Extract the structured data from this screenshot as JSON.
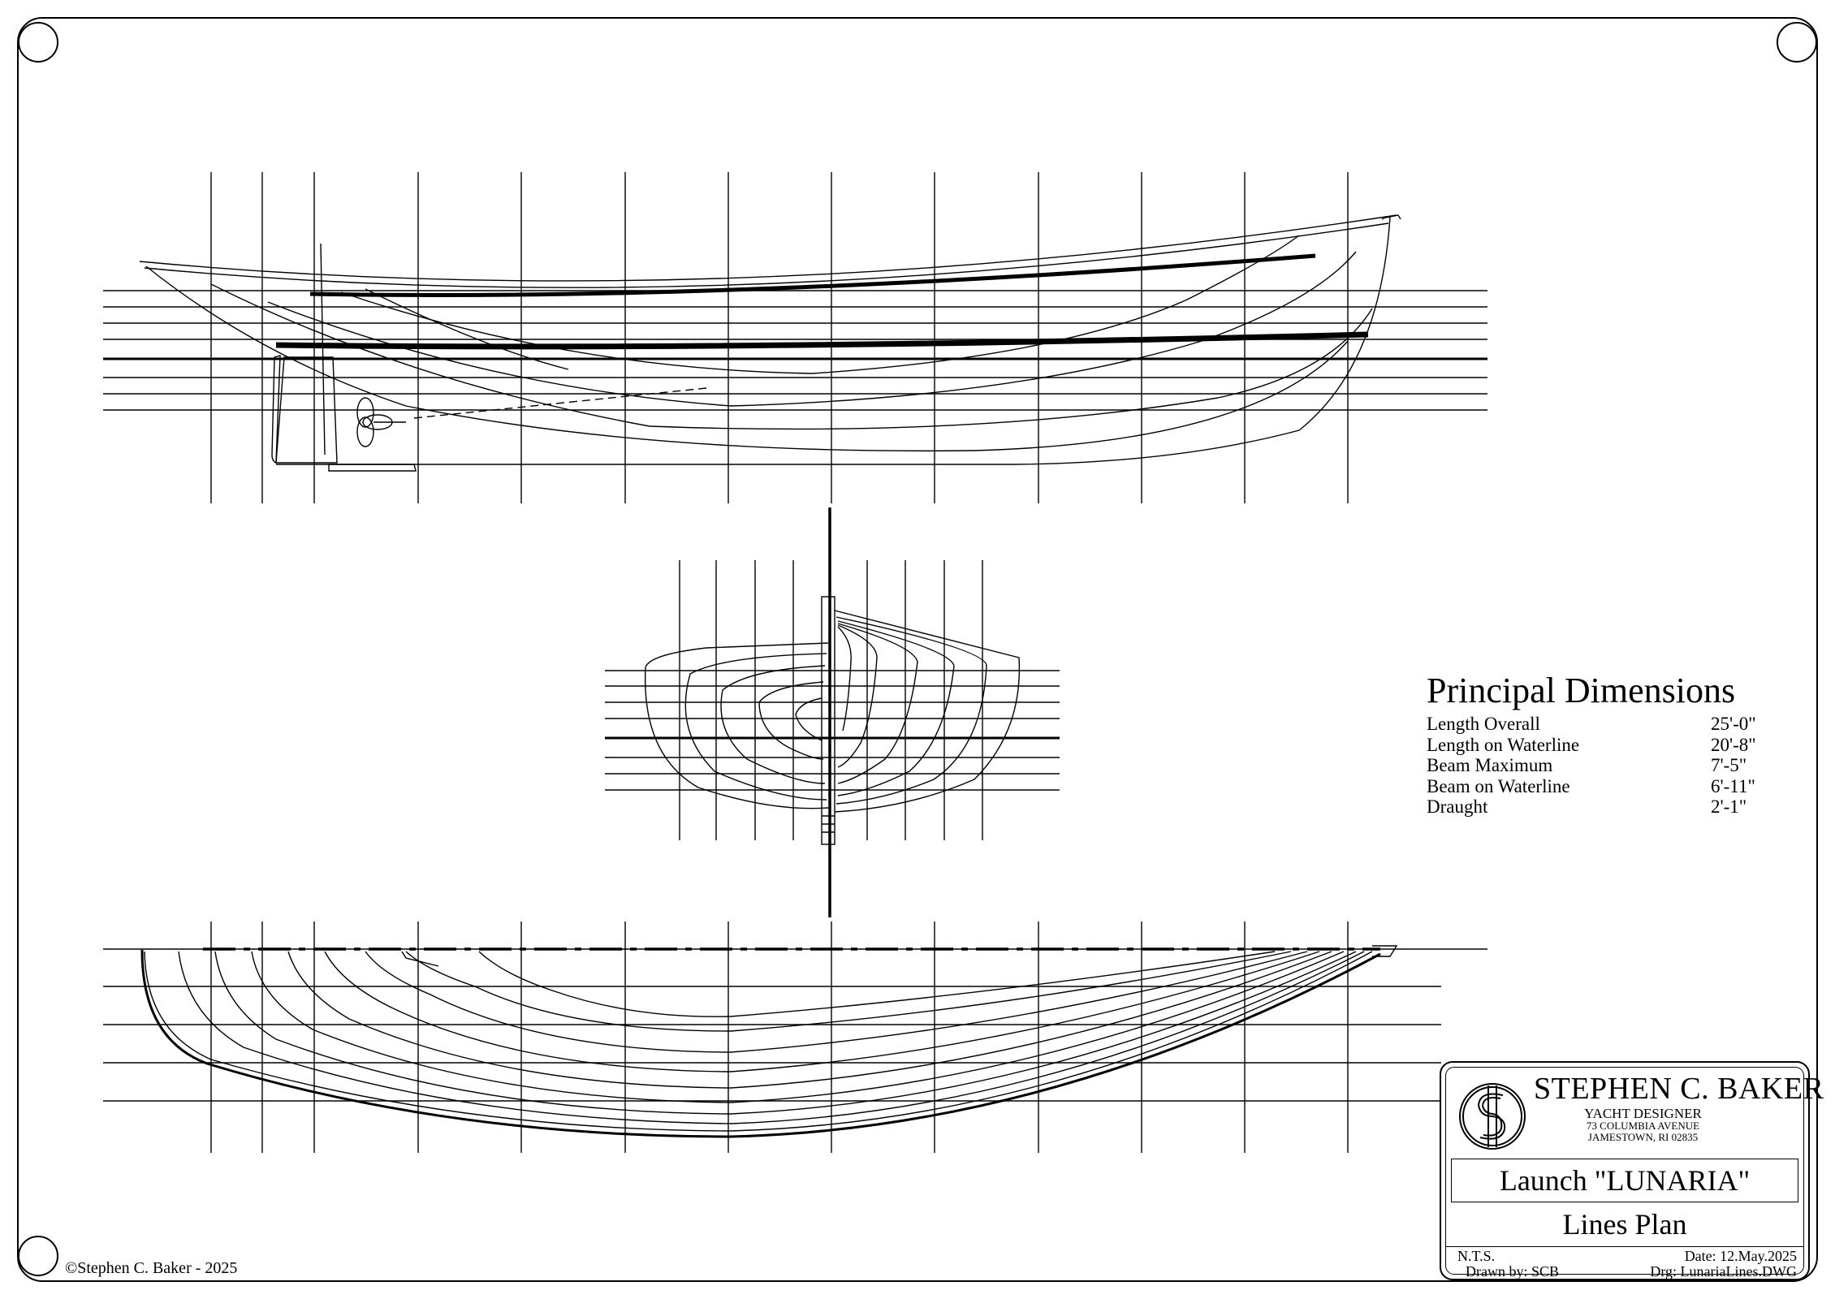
{
  "dimensions": {
    "heading": "Principal Dimensions",
    "rows": [
      {
        "label": "Length Overall",
        "value": "25'-0\""
      },
      {
        "label": "Length on Waterline",
        "value": "20'-8\""
      },
      {
        "label": "Beam Maximum",
        "value": "7'-5\""
      },
      {
        "label": "Beam on Waterline",
        "value": "6'-11\""
      },
      {
        "label": "Draught",
        "value": "2'-1\""
      }
    ]
  },
  "title_block": {
    "logo_text": "SB",
    "designer_name": "STEPHEN C. BAKER",
    "designer_title": "YACHT DESIGNER",
    "address_line1": "73 COLUMBIA AVENUE",
    "address_line2": "JAMESTOWN, RI 02835",
    "project": "Launch \"LUNARIA\"",
    "sheet": "Lines Plan",
    "scale": "N.T.S.",
    "date": "Date: 12.May.2025",
    "drawn_by": "Drawn by:  SCB",
    "drawing_file": "Drg: LunariaLines.DWG"
  },
  "copyright": "©Stephen C. Baker - 2025"
}
